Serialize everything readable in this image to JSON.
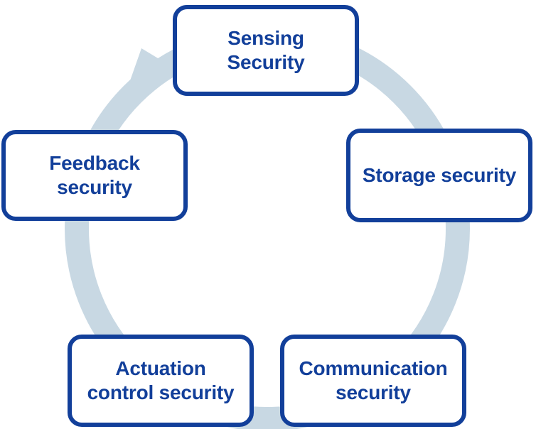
{
  "diagram": {
    "type": "cycle",
    "colors": {
      "box_border": "#123f9a",
      "box_text": "#123f9a",
      "cycle_arrow": "#c8d8e3",
      "background": "#ffffff"
    },
    "nodes": [
      {
        "id": "sensing",
        "label": "Sensing\nSecurity"
      },
      {
        "id": "storage",
        "label": "Storage security"
      },
      {
        "id": "communication",
        "label": "Communication\nsecurity"
      },
      {
        "id": "actuation",
        "label": "Actuation\ncontrol security"
      },
      {
        "id": "feedback",
        "label": "Feedback\nsecurity"
      }
    ],
    "cycle_arrow_icon": "circular-arrow-icon"
  }
}
